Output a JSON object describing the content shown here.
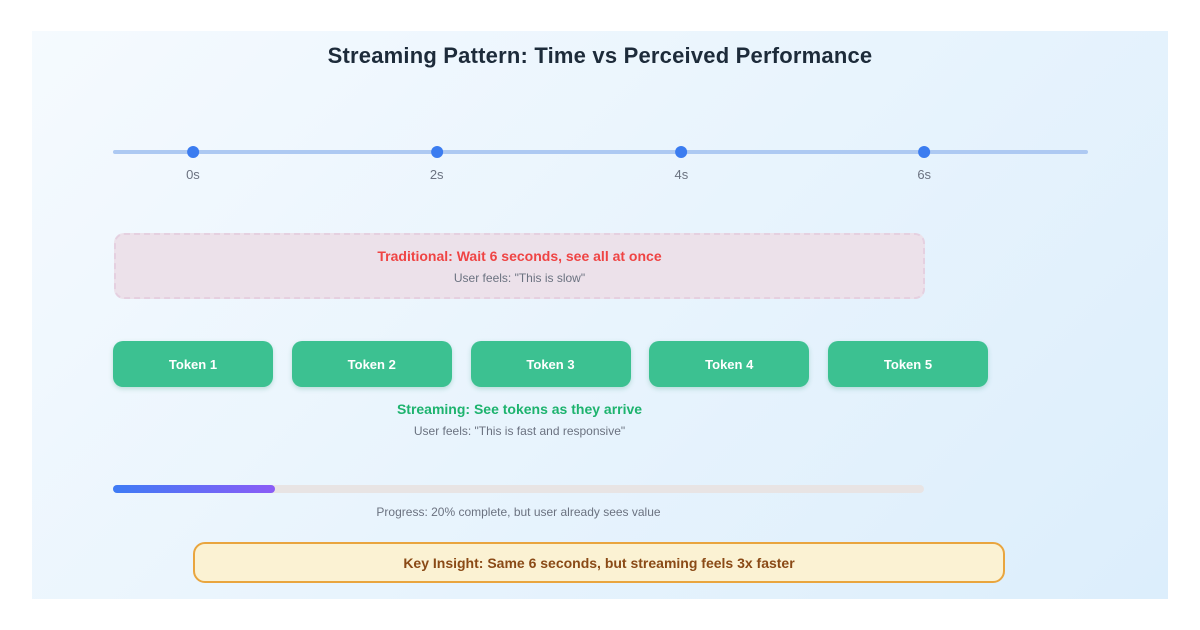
{
  "title": "Streaming Pattern: Time vs Perceived Performance",
  "timeline": {
    "ticks": [
      "0s",
      "2s",
      "4s",
      "6s"
    ]
  },
  "traditional": {
    "heading": "Traditional: Wait 6 seconds, see all at once",
    "subtext": "User feels: \"This is slow\""
  },
  "tokens": [
    "Token 1",
    "Token 2",
    "Token 3",
    "Token 4",
    "Token 5"
  ],
  "streaming": {
    "heading": "Streaming: See tokens as they arrive",
    "subtext": "User feels: \"This is fast and responsive\""
  },
  "progress": {
    "percent": 20,
    "label": "Progress: 20% complete, but user already sees value"
  },
  "insight": {
    "text": "Key Insight: Same 6 seconds, but streaming feels 3x faster"
  },
  "colors": {
    "title-navy": "#1d2b3a",
    "accent-blue": "#3b7cf0",
    "timeline-track": "#adc9f2",
    "muted-gray": "#6b7280",
    "traditional-bg": "#ece1ea",
    "traditional-border": "#e5d0e0",
    "traditional-red": "#ef4444",
    "token-green": "#3cc191",
    "streaming-green": "#1db36e",
    "progress-track": "#e8e4e4",
    "progress-from": "#3e7bf5",
    "progress-to": "#8b5cf6",
    "insight-bg": "#fbf2d3",
    "insight-border": "#e9a53e",
    "insight-text": "#8a4a16",
    "card-bg-from": "#f5fafe",
    "card-bg-to": "#dceefc"
  }
}
